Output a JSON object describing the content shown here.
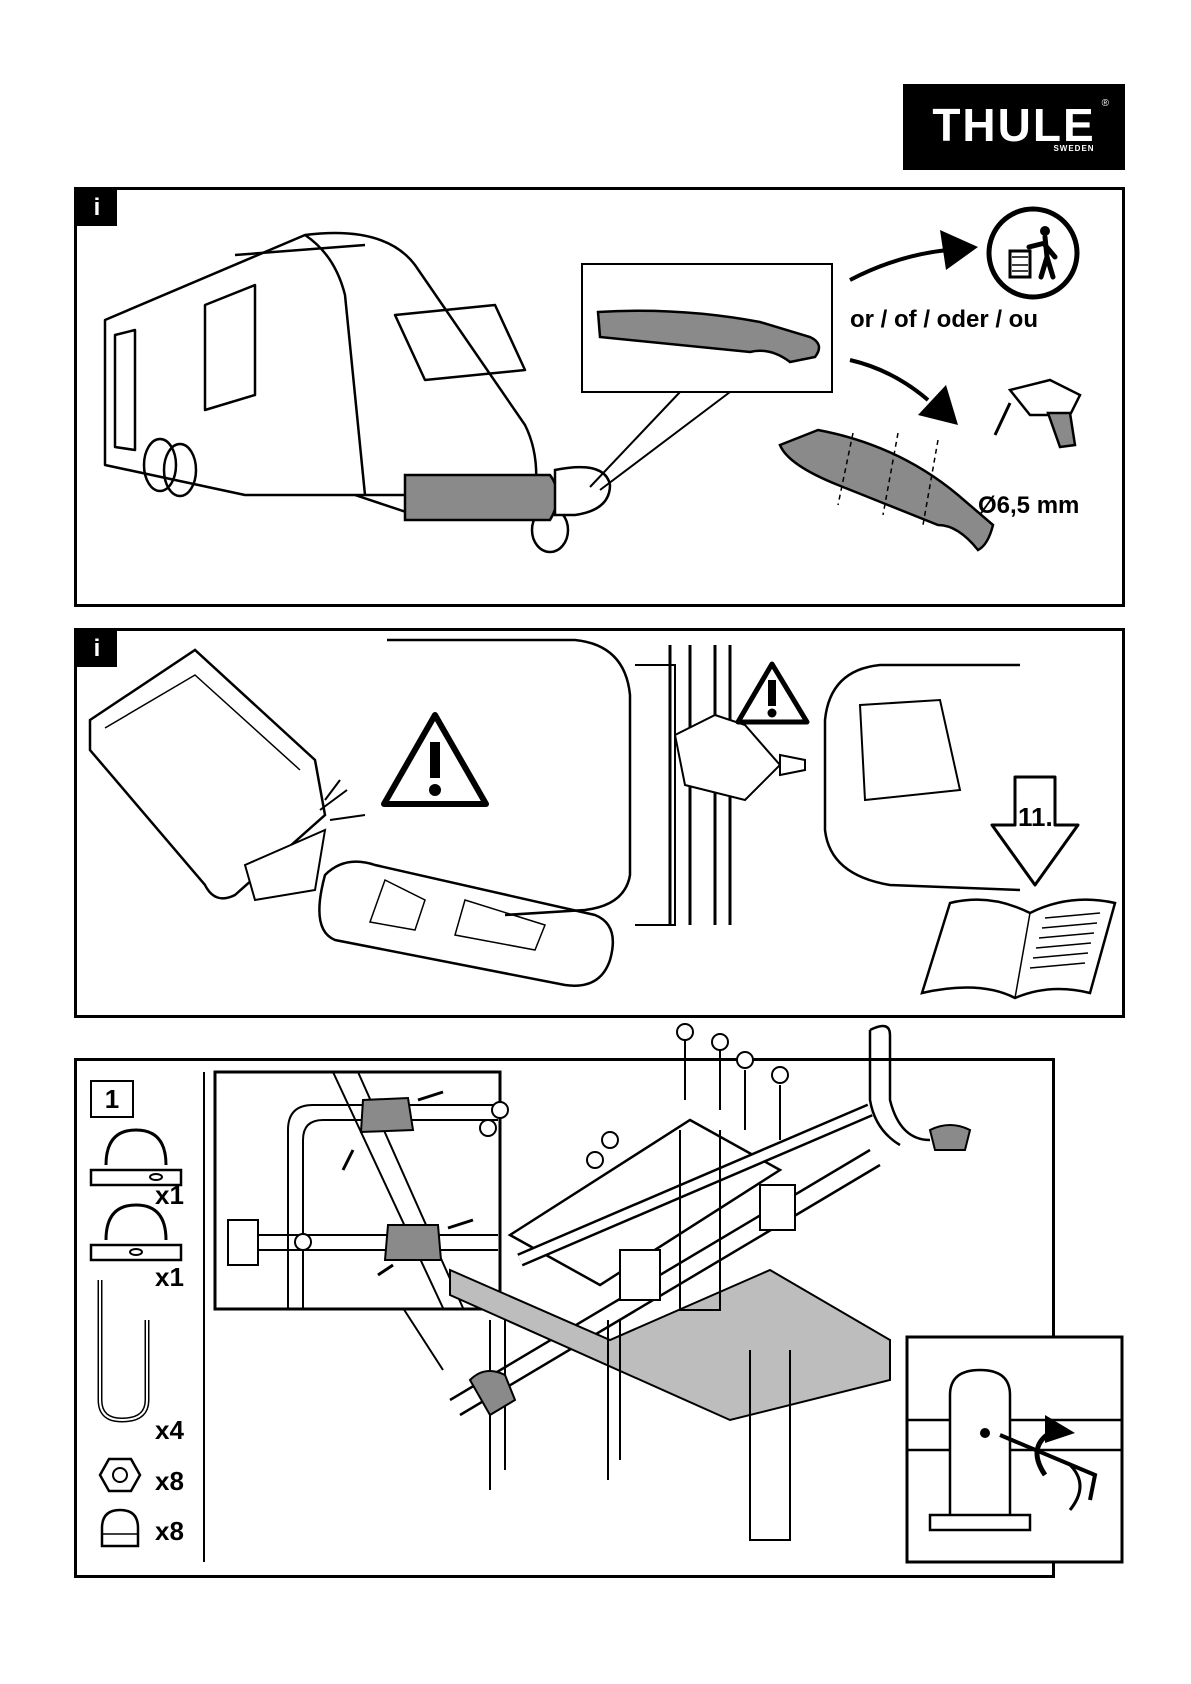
{
  "brand": {
    "logo_text": "THULE",
    "logo_sub": "SWEDEN",
    "logo_mark": "®",
    "colors": {
      "ink": "#000000",
      "part_grey": "#8a8a8a",
      "paper": "#ffffff"
    }
  },
  "panel_top": {
    "badge": "i",
    "option_text": "or / of / oder / ou",
    "drill_spec": "Ø6,5 mm",
    "icons": [
      "recycle-bin-icon",
      "drill-icon"
    ]
  },
  "panel_middle": {
    "badge": "i",
    "manual_ref": "11.",
    "icons": [
      "warning-triangle-icon",
      "warning-triangle-icon",
      "manual-book-icon",
      "down-arrow-icon"
    ]
  },
  "panel_bottom": {
    "step": "1",
    "parts": [
      {
        "name": "clamp-bracket-top",
        "qty": "x1"
      },
      {
        "name": "clamp-bracket-bottom",
        "qty": "x1"
      },
      {
        "name": "u-bolt",
        "qty": "x4"
      },
      {
        "name": "hex-nut",
        "qty": "x8"
      },
      {
        "name": "cap-nut",
        "qty": "x8"
      }
    ]
  }
}
